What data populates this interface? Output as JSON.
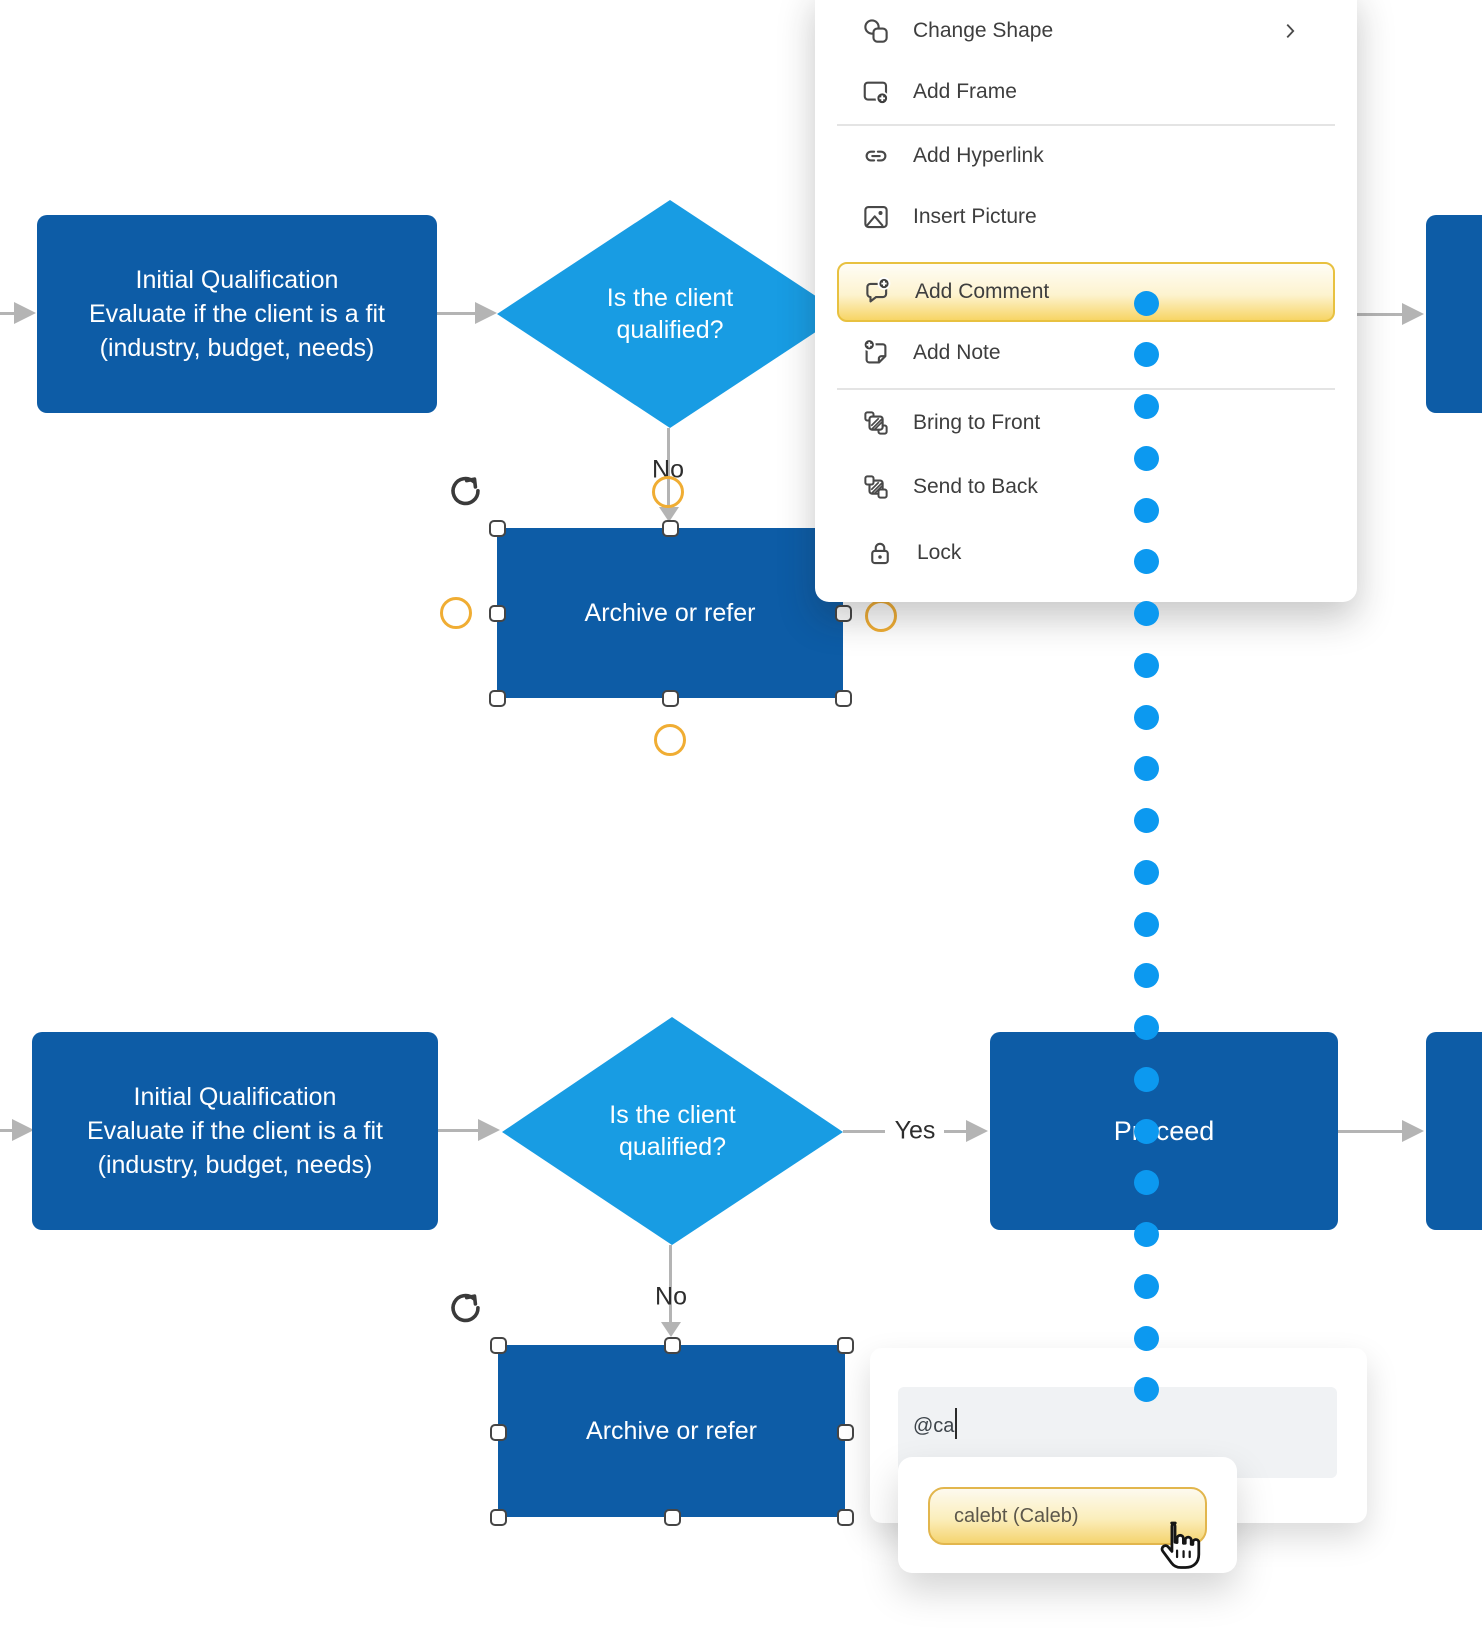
{
  "context_menu": {
    "items": [
      {
        "label": "Change Shape",
        "icon": "change-shape-icon",
        "has_submenu": true
      },
      {
        "label": "Add Frame",
        "icon": "add-frame-icon"
      },
      {
        "label": "Add Hyperlink",
        "icon": "add-hyperlink-icon"
      },
      {
        "label": "Insert Picture",
        "icon": "insert-picture-icon"
      },
      {
        "label": "Add Comment",
        "icon": "add-comment-icon",
        "highlighted": true
      },
      {
        "label": "Add Note",
        "icon": "add-note-icon"
      },
      {
        "label": "Bring to Front",
        "icon": "bring-to-front-icon"
      },
      {
        "label": "Send to Back",
        "icon": "send-to-back-icon"
      },
      {
        "label": "Lock",
        "icon": "lock-icon"
      }
    ]
  },
  "flowchart": {
    "row_top": {
      "qualification_box": "Initial Qualification\nEvaluate if the client is a fit (industry, budget, needs)",
      "decision": "Is the client\nqualified?",
      "no_label": "No",
      "archive_box": "Archive or refer"
    },
    "row_bottom": {
      "qualification_box": "Initial Qualification\nEvaluate if the client is a fit (industry, budget, needs)",
      "decision": "Is the client\nqualified?",
      "yes_label": "Yes",
      "no_label": "No",
      "proceed_box": "Proceed",
      "archive_box": "Archive or refer"
    }
  },
  "comment": {
    "input_value": "@ca",
    "suggestion": "calebt (Caleb)"
  },
  "cursor_trail": {
    "count": 22
  },
  "colors": {
    "process": "#0d5ca6",
    "decision": "#189ce3",
    "trail": "#0c99f0",
    "ring": "#f0ad33",
    "highlight_border": "#e8c140"
  }
}
